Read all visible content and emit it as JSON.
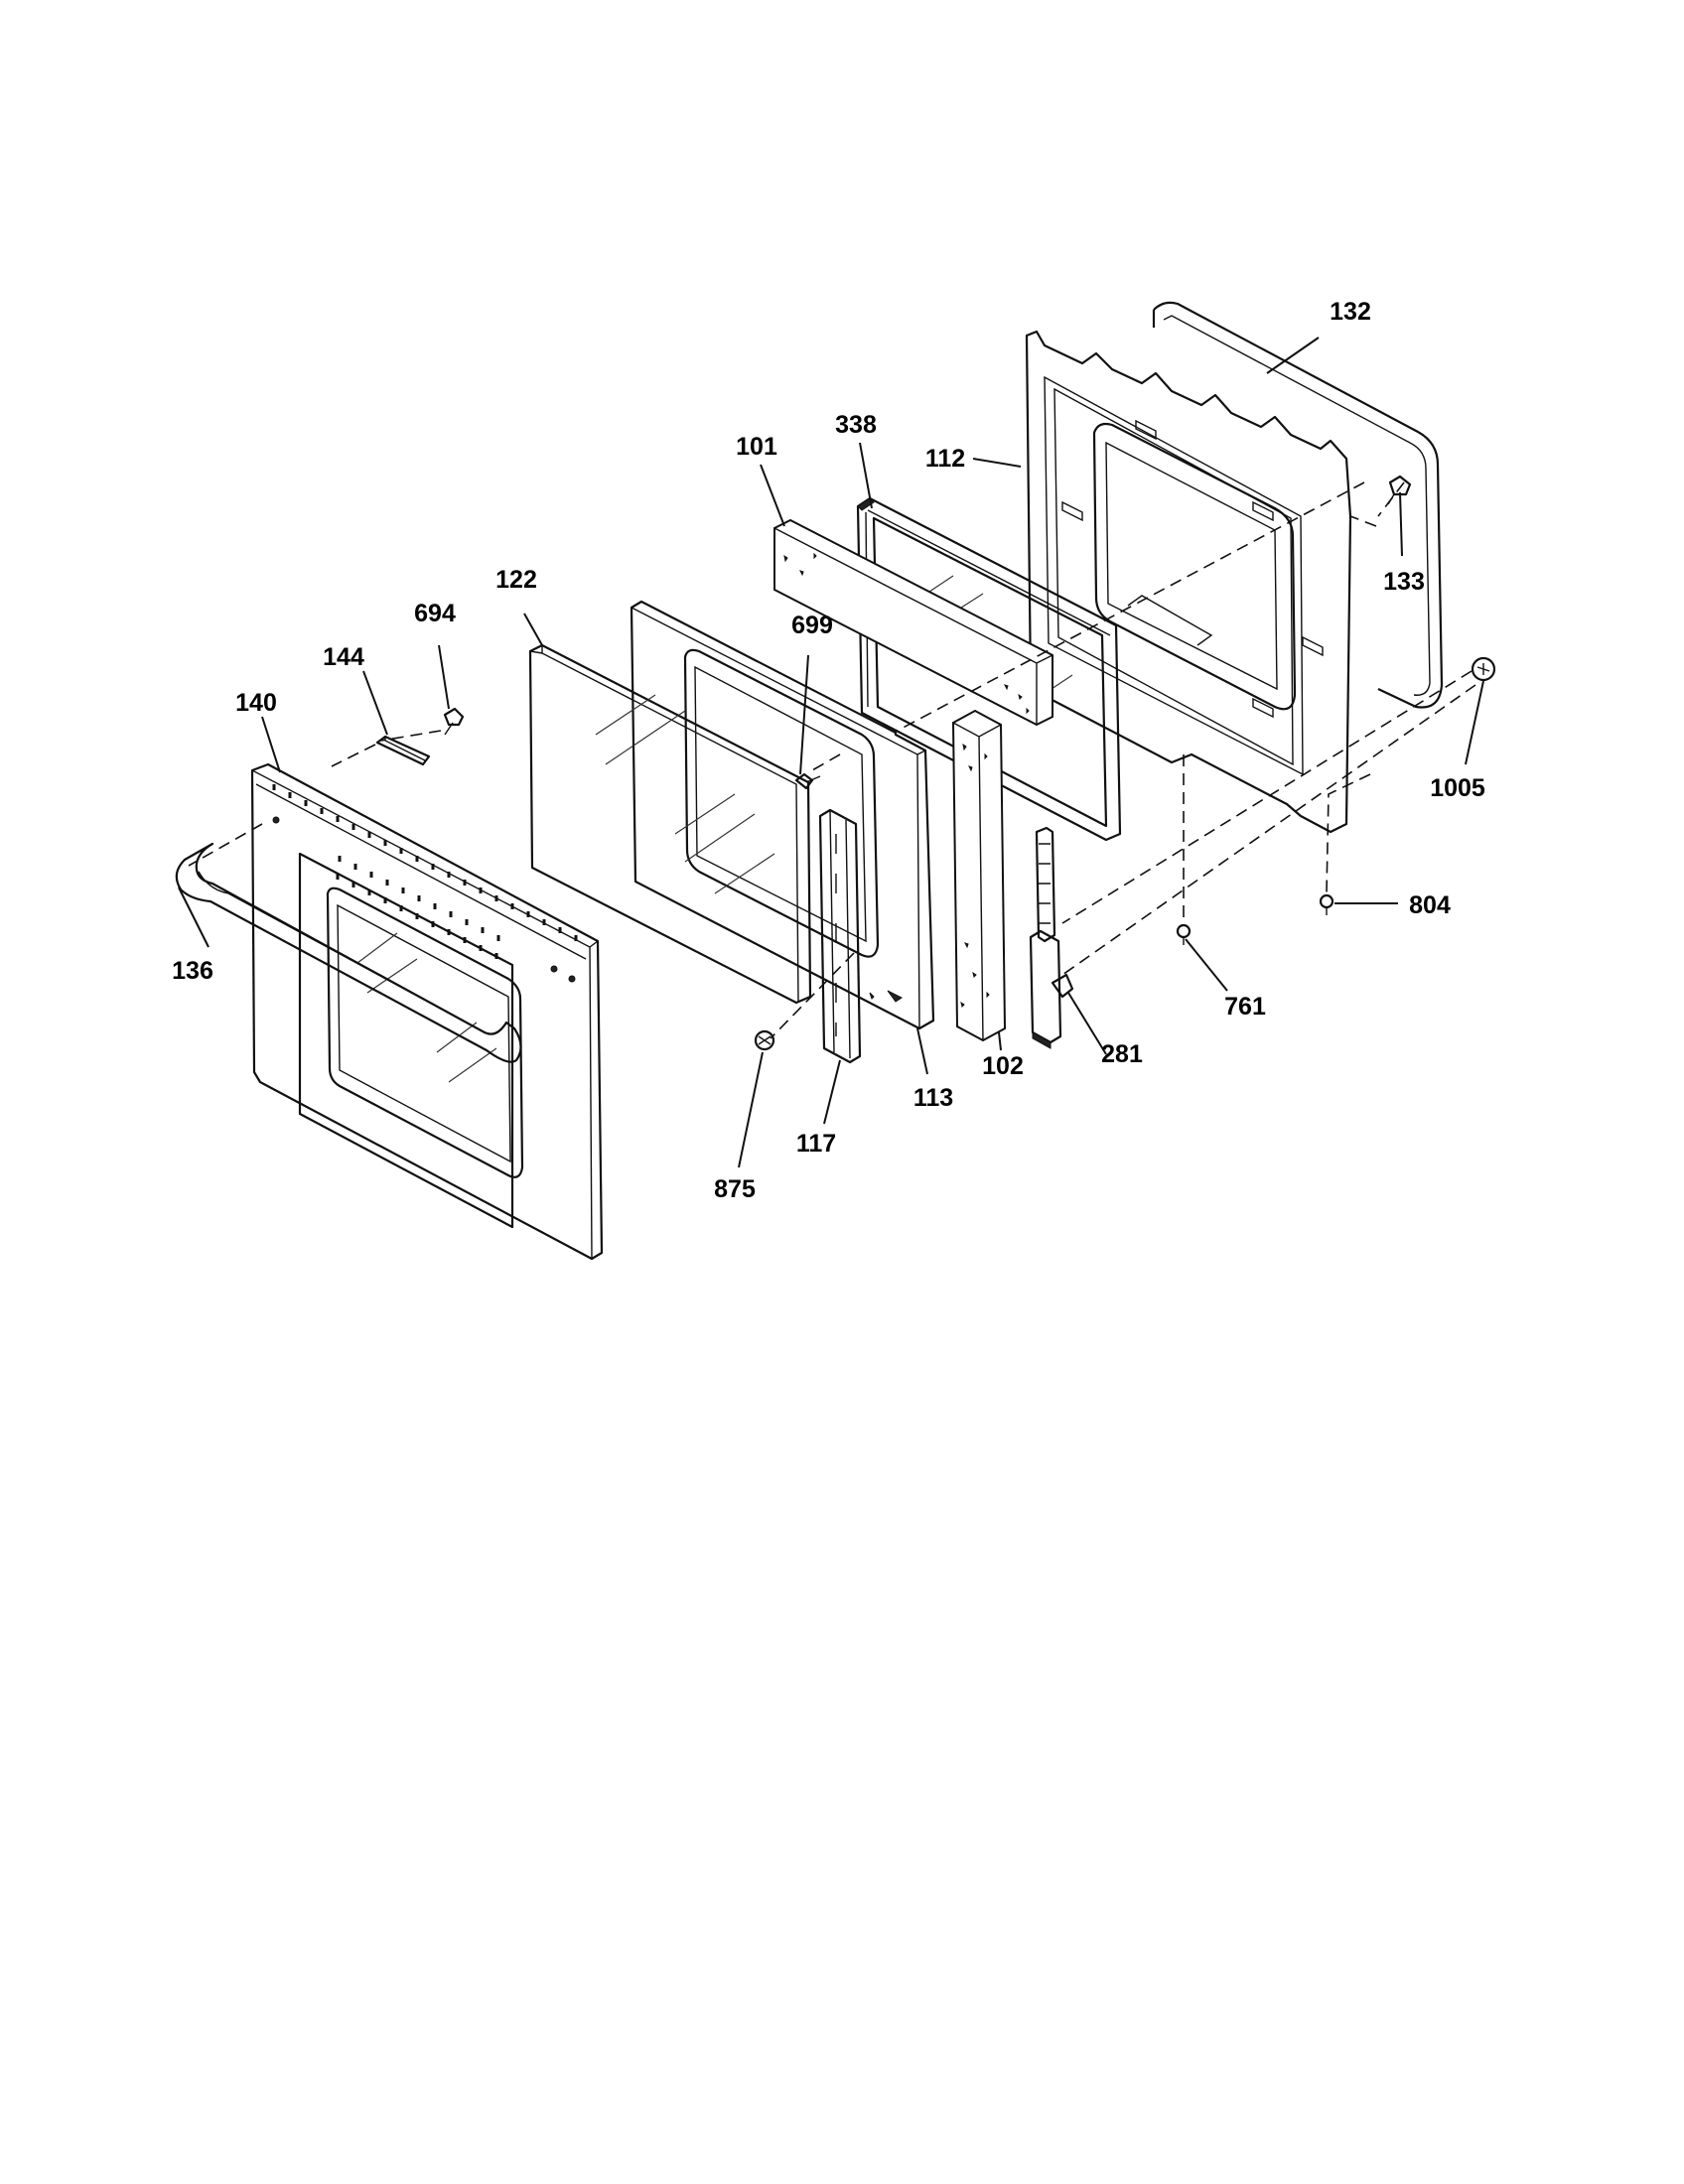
{
  "callouts": [
    {
      "id": "132",
      "text": "132"
    },
    {
      "id": "338",
      "text": "338"
    },
    {
      "id": "101",
      "text": "101"
    },
    {
      "id": "112",
      "text": "112"
    },
    {
      "id": "133",
      "text": "133"
    },
    {
      "id": "122",
      "text": "122"
    },
    {
      "id": "694",
      "text": "694"
    },
    {
      "id": "699",
      "text": "699"
    },
    {
      "id": "144",
      "text": "144"
    },
    {
      "id": "140",
      "text": "140"
    },
    {
      "id": "1005",
      "text": "1005"
    },
    {
      "id": "804",
      "text": "804"
    },
    {
      "id": "136",
      "text": "136"
    },
    {
      "id": "761",
      "text": "761"
    },
    {
      "id": "102",
      "text": "102"
    },
    {
      "id": "281",
      "text": "281"
    },
    {
      "id": "113",
      "text": "113"
    },
    {
      "id": "117",
      "text": "117"
    },
    {
      "id": "875",
      "text": "875"
    }
  ]
}
